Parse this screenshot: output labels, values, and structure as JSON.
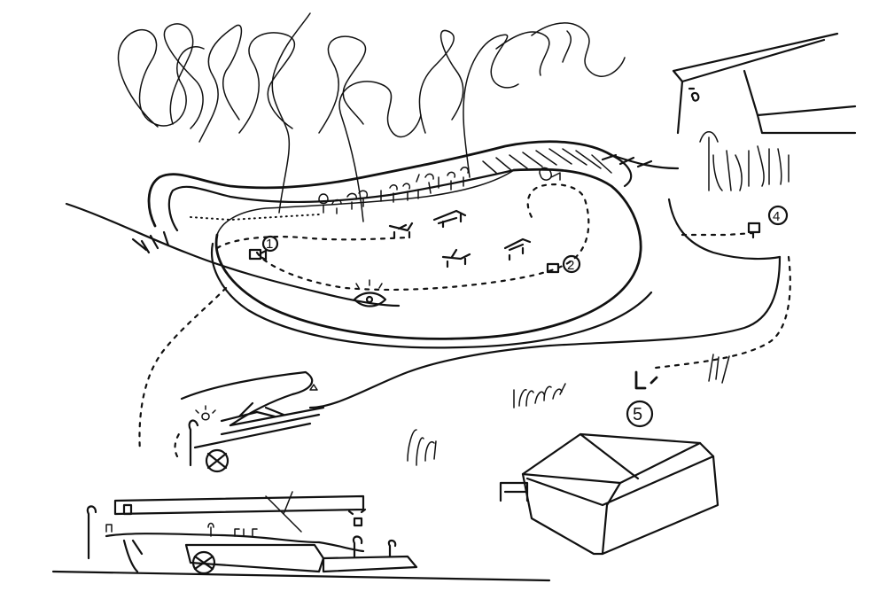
{
  "sketch": {
    "stroke_color": "#111111",
    "background_color": "#ffffff",
    "station_markers": [
      {
        "id": "1",
        "label": "1"
      },
      {
        "id": "2",
        "label": "2"
      },
      {
        "id": "4",
        "label": "4"
      },
      {
        "id": "5",
        "label": "5"
      }
    ]
  }
}
